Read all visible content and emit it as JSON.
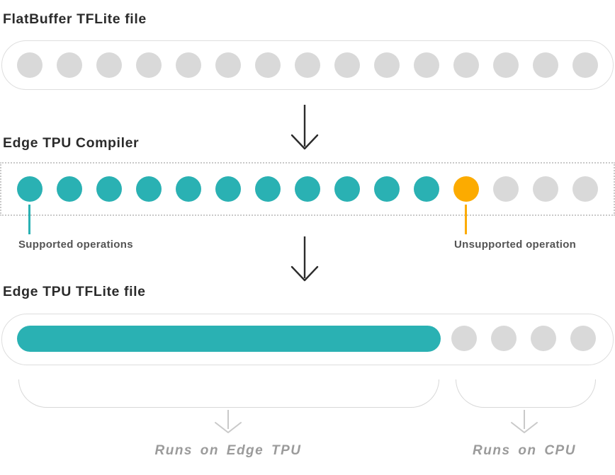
{
  "palette": {
    "teal": "#2AB1B3",
    "orange": "#FCAB00",
    "gray": "#D9D9D9",
    "container_border": "#DEDEDE",
    "dotted_border": "#C9C9C9",
    "arrow_dark": "#2B2B2B",
    "arrow_light": "#C9C9C9",
    "bracket": "#D8D8D8",
    "title_color": "#2B2B2B",
    "annotation_color": "#545454",
    "caption_color": "#9B9B9B"
  },
  "flatbuffer_section": {
    "title": "FlatBuffer TFLite file",
    "ops": [
      "gray",
      "gray",
      "gray",
      "gray",
      "gray",
      "gray",
      "gray",
      "gray",
      "gray",
      "gray",
      "gray",
      "gray",
      "gray",
      "gray",
      "gray"
    ]
  },
  "compiler_section": {
    "title": "Edge TPU Compiler",
    "ops": [
      "teal",
      "teal",
      "teal",
      "teal",
      "teal",
      "teal",
      "teal",
      "teal",
      "teal",
      "teal",
      "teal",
      "orange",
      "gray",
      "gray",
      "gray"
    ],
    "supported_label": "Supported operations",
    "unsupported_label": "Unsupported operation"
  },
  "output_section": {
    "title": "Edge TPU TFLite file",
    "cpu_ops": [
      "gray",
      "gray",
      "gray",
      "gray"
    ],
    "edge_tpu_caption": "Runs on Edge TPU",
    "cpu_caption": "Runs on CPU"
  }
}
